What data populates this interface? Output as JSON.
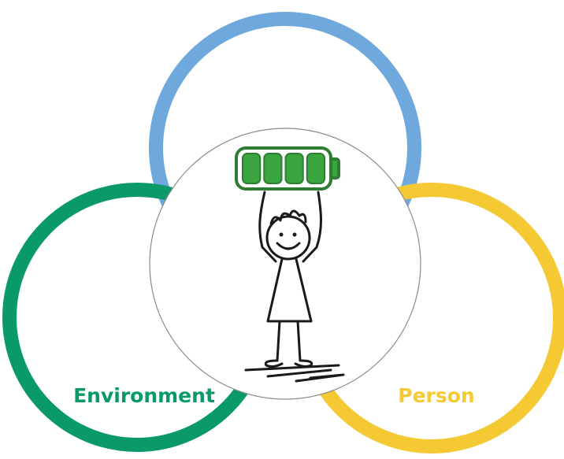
{
  "diagram": {
    "labels": {
      "environment": "Environment",
      "person": "Person"
    },
    "colors": {
      "top_ring": "#6fa8dc",
      "environment_ring": "#0a9a6a",
      "person_ring": "#f5c934",
      "center_border": "#8a8a8a",
      "battery_fill": "#3aa640",
      "battery_outline": "#2e7d32",
      "stick_figure": "#1a1a1a"
    },
    "center_image": {
      "icon": "stick-figure-holding-full-battery-icon",
      "battery_level": 1.0,
      "battery_cells": 4
    }
  }
}
